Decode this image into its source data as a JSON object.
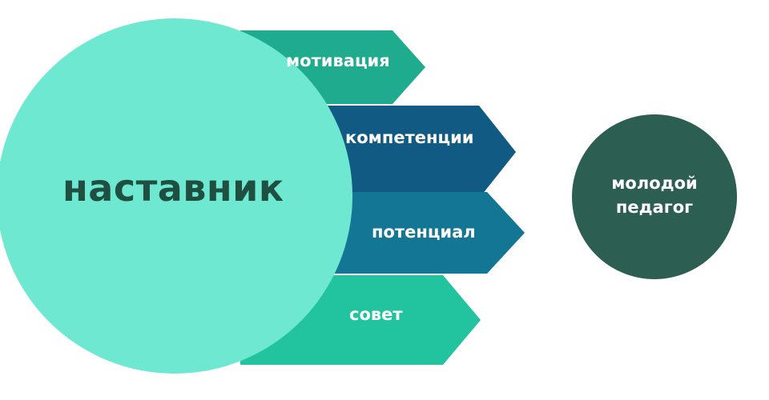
{
  "mentor": {
    "label": "наставник",
    "color": "#6ee8d1"
  },
  "mentee": {
    "label": "молодой педагог",
    "color": "#2d5e52"
  },
  "arrows": [
    {
      "label": "мотивация",
      "color": "#1eab8e"
    },
    {
      "label": "компетенции",
      "color": "#115a83"
    },
    {
      "label": "потенциал",
      "color": "#137694"
    },
    {
      "label": "совет",
      "color": "#21c49f"
    }
  ],
  "text_colors": {
    "mentor_label": "#1f4f40",
    "on_dark": "#ffffff"
  }
}
